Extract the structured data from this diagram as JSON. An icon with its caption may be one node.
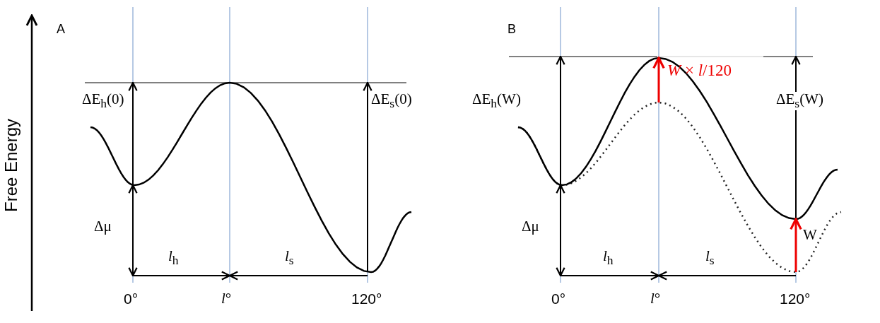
{
  "diagram": {
    "labels": [
      "Free Energy",
      "A",
      "ΔE$_{h}$(0)",
      "ΔE$_{s}$(0)",
      "Δμ",
      "*l*$_{h}$",
      "*l*$_{s}$",
      "0°",
      "*l*°",
      "120°",
      "B",
      "ΔE$_{h}$(W)",
      "ΔE$_{s}$(W)",
      "*W* × *l*/120",
      "W",
      "Δμ",
      "*l*$_{h}$",
      "*l*$_{s}$",
      "0°",
      "*l*°",
      "120°"
    ]
  }
}
